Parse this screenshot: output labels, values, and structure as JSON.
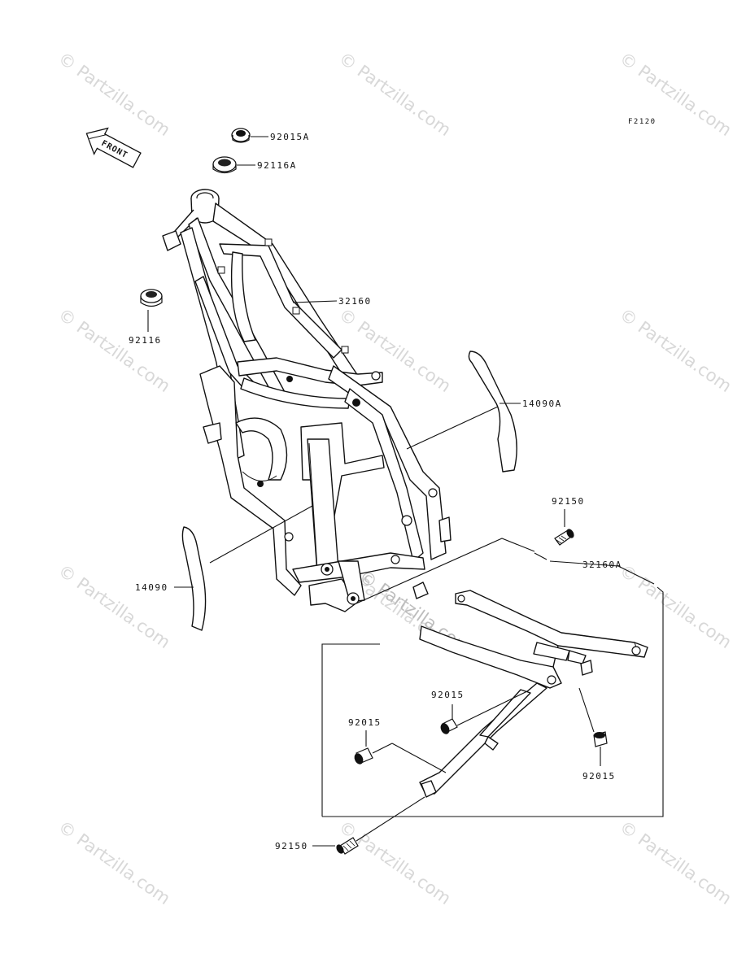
{
  "diagram_code": "F2120",
  "front_label": "FRONT",
  "watermark": "© Partzilla.com",
  "parts": {
    "p92015A": "92015A",
    "p92116A": "92116A",
    "p92116": "92116",
    "p32160": "32160",
    "p14090A": "14090A",
    "p14090": "14090",
    "p92150_top": "92150",
    "p32160A": "32160A",
    "p92015_a": "92015",
    "p92015_b": "92015",
    "p92015_c": "92015",
    "p92150_bottom": "92150"
  }
}
